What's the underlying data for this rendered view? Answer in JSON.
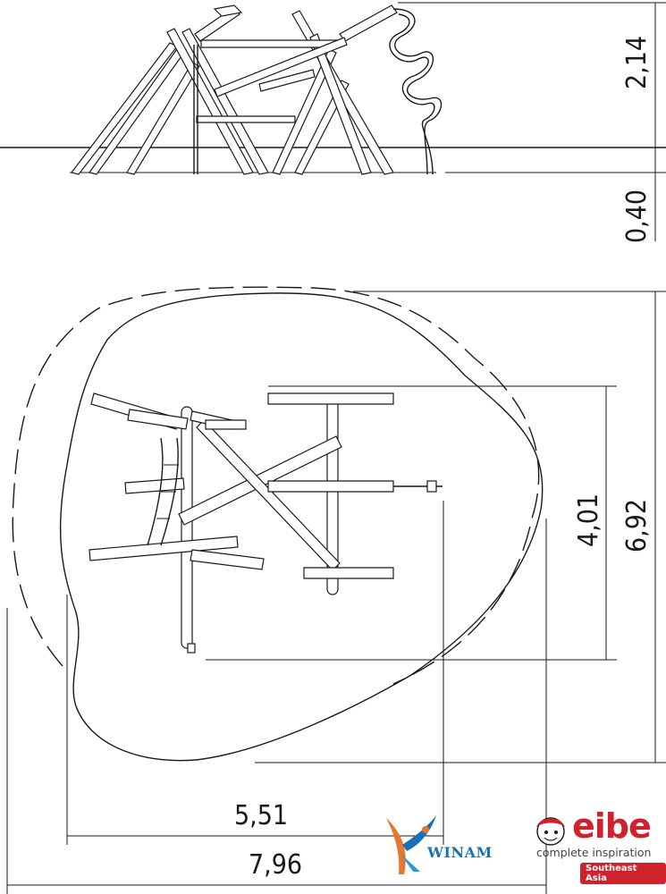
{
  "dimensions": {
    "height_above": "2,14",
    "depth_below": "0,40",
    "inner_depth": "4,01",
    "outer_depth": "6,92",
    "inner_width": "5,51",
    "outer_width": "7,96"
  },
  "logos": {
    "winam": "WINAM",
    "eibe": "eibe",
    "eibe_tagline": "complete inspiration",
    "eibe_region": "Southeast Asia"
  }
}
